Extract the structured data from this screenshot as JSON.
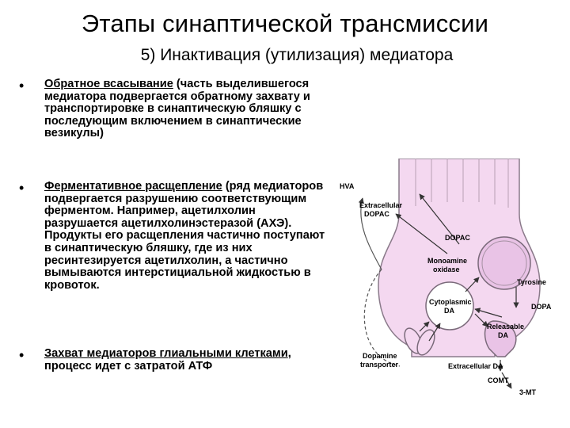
{
  "title": "Этапы синаптической трансмиссии",
  "subtitle": "5) Инактивация (утилизация) медиатора",
  "items": [
    {
      "head": "Обратное  всасывание",
      "rest": " (часть выделившегося медиатора подвергается обратному захвату и транспортировке в синаптическую бляшку с последующим включением в синаптические везикулы)"
    },
    {
      "head": "Ферментативное  расщепление",
      "rest": " (ряд медиаторов подвергается разрушению соответствующим ферментом. Например, ацетилхолин разрушается ацетилхолинэстеразой (АХЭ). Продукты его расщепления частично поступают в синаптическую бляшку, где из них ресинтезируется ацетилхолин, а частично вымываются интерстициальной жидкостью в кровоток."
    },
    {
      "head": "Захват медиаторов глиальными клетками",
      "rest": ", процесс идет с затратой АТФ"
    }
  ],
  "bullet_char": "•",
  "diagram": {
    "labels": {
      "hva": "HVA",
      "extra_dopac_1": "Extracellular",
      "extra_dopac_2": "DOPAC",
      "dopac": "DOPAC",
      "mao_1": "Monoamine",
      "mao_2": "oxidase",
      "tyrosine": "Tyrosine",
      "cyto_1": "Cytoplasmic",
      "cyto_2": "DA",
      "dopa": "DOPA",
      "releasable_1": "Releasable",
      "releasable_2": "DA",
      "transporter_1": "Dopamine",
      "transporter_2": "transporter",
      "extra_da": "Extracellular DA",
      "comt": "COMT",
      "mt": "3-MT"
    },
    "colors": {
      "terminal_fill": "#f4d8f0",
      "terminal_stroke": "#8a7a8a",
      "vesicle_fill": "#e9c3e6",
      "arrow": "#333333",
      "dashed": "#555555"
    }
  }
}
